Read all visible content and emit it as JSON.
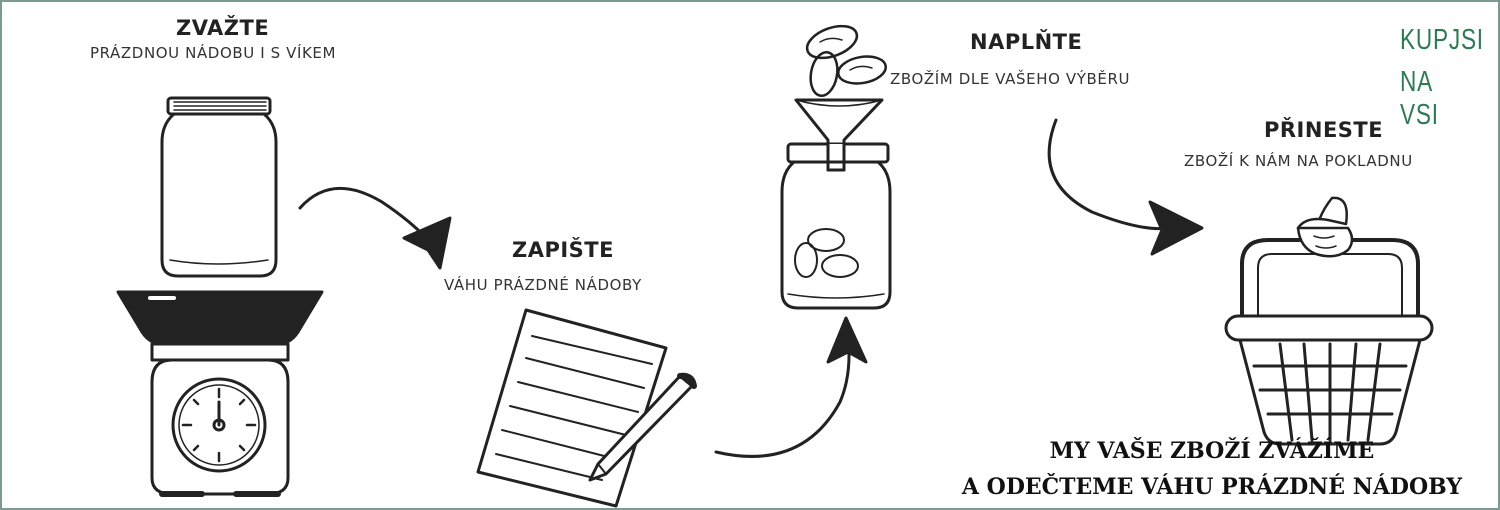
{
  "steps": [
    {
      "title": "ZVAŽTE",
      "subtitle": "PRÁZDNOU NÁDOBU I S VÍKEM"
    },
    {
      "title": "ZAPIŠTE",
      "subtitle": "VÁHU PRÁZDNÉ NÁDOBY"
    },
    {
      "title": "NAPLŇTE",
      "subtitle": "ZBOŽÍM DLE VAŠEHO VÝBĚRU"
    },
    {
      "title": "PŘINESTE",
      "subtitle": "ZBOŽÍ K NÁM NA POKLADNU"
    }
  ],
  "final": {
    "line1": "MY VAŠE ZBOŽÍ ZVÁŽÍME",
    "line2": "A ODEČTEME VÁHU PRÁZDNÉ NÁDOBY"
  },
  "logo": {
    "line1": "KUPJSI",
    "line2": "NA VSI",
    "color": "#2e7a55"
  },
  "colors": {
    "border": "#7a9a92",
    "ink": "#222222"
  }
}
